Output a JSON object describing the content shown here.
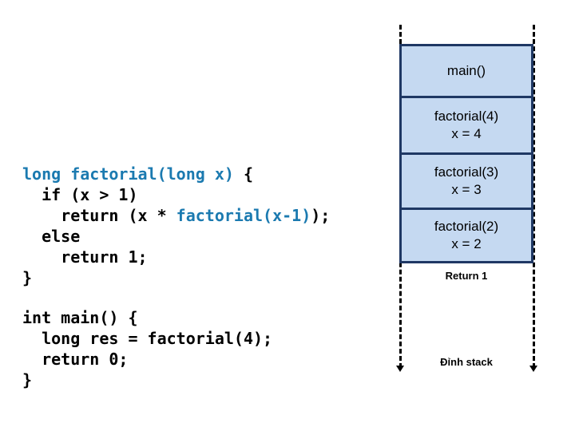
{
  "code": {
    "factorial_function": {
      "name": "factorial-function-source",
      "lines": [
        [
          {
            "t": "long factorial(long x)",
            "style": "kw"
          },
          {
            "t": " {",
            "style": "plain"
          }
        ],
        [
          {
            "t": "  if (x > 1)",
            "style": "plain"
          }
        ],
        [
          {
            "t": "    return (x * ",
            "style": "plain"
          },
          {
            "t": "factorial(x-1)",
            "style": "kw"
          },
          {
            "t": ");",
            "style": "plain"
          }
        ],
        [
          {
            "t": "  else",
            "style": "plain"
          }
        ],
        [
          {
            "t": "    return 1;",
            "style": "plain"
          }
        ],
        [
          {
            "t": "}",
            "style": "plain"
          }
        ]
      ]
    },
    "main_function": {
      "name": "main-function-source",
      "lines": [
        [
          {
            "t": "int main() {",
            "style": "plain"
          }
        ],
        [
          {
            "t": "  long res = factorial(4);",
            "style": "plain"
          }
        ],
        [
          {
            "t": "  return 0;",
            "style": "plain"
          }
        ],
        [
          {
            "t": "}",
            "style": "plain"
          }
        ]
      ]
    }
  },
  "stack": {
    "frames": [
      {
        "name": "main()",
        "variable": ""
      },
      {
        "name": "factorial(4)",
        "variable": "x = 4"
      },
      {
        "name": "factorial(3)",
        "variable": "x = 3"
      },
      {
        "name": "factorial(2)",
        "variable": "x = 2"
      }
    ],
    "return_label": "Return 1",
    "stack_top_label": "Đỉnh stack"
  },
  "colors": {
    "keyword_blue": "#1b7ab0",
    "frame_fill": "#c5d9f1",
    "frame_border": "#1f3864",
    "text_black": "#000000",
    "background": "#ffffff"
  }
}
